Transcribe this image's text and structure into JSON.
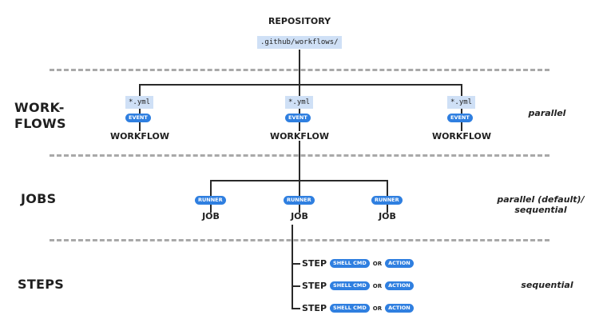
{
  "repository": {
    "title": "REPOSITORY",
    "path": ".github/workflows/"
  },
  "sections": {
    "workflows": {
      "label_line1": "WORK-",
      "label_line2": "FLOWS",
      "note": "parallel"
    },
    "jobs": {
      "label": "JOBS",
      "note_line1": "parallel (default)/",
      "note_line2": "sequential"
    },
    "steps": {
      "label": "STEPS",
      "note": "sequential"
    }
  },
  "workflows": [
    {
      "file": "*.yml",
      "event": "EVENT",
      "label": "WORKFLOW"
    },
    {
      "file": "*.yml",
      "event": "EVENT",
      "label": "WORKFLOW"
    },
    {
      "file": "*.yml",
      "event": "EVENT",
      "label": "WORKFLOW"
    }
  ],
  "jobs": [
    {
      "runner": "RUNNER",
      "label": "JOB"
    },
    {
      "runner": "RUNNER",
      "label": "JOB"
    },
    {
      "runner": "RUNNER",
      "label": "JOB"
    }
  ],
  "steps": [
    {
      "label": "STEP",
      "shell": "SHELL CMD",
      "or": "OR",
      "action": "ACTION"
    },
    {
      "label": "STEP",
      "shell": "SHELL CMD",
      "or": "OR",
      "action": "ACTION"
    },
    {
      "label": "STEP",
      "shell": "SHELL CMD",
      "or": "OR",
      "action": "ACTION"
    }
  ],
  "colors": {
    "accent": "#2f7fe0",
    "code_bg": "#cfe0f6",
    "divider": "#a9a9a9"
  }
}
